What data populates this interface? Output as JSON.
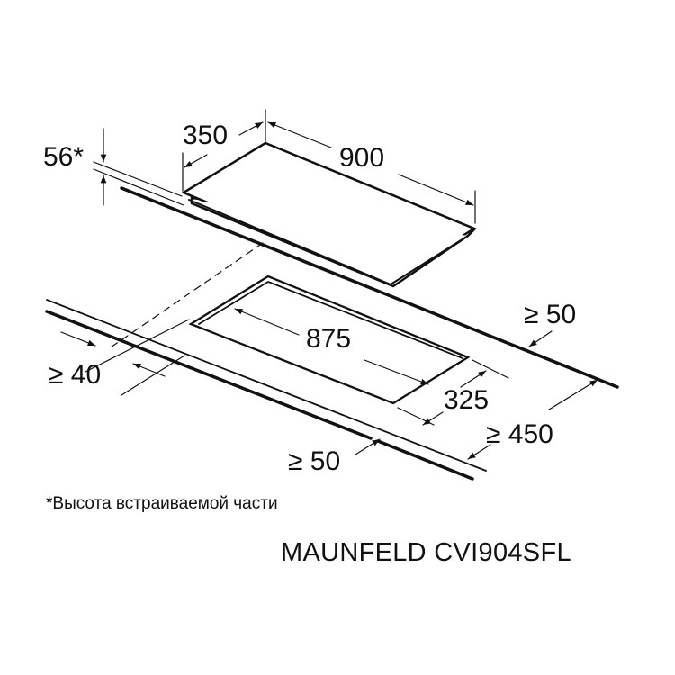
{
  "dimensions": {
    "height": "56*",
    "depth": "350",
    "width": "900",
    "rear_clearance": "≥ 50",
    "cutout_width": "875",
    "side_clearance": "≥ 40",
    "cutout_depth": "325",
    "min_counter_depth": "≥ 450",
    "front_clearance": "≥ 50"
  },
  "footnote": "*Высота встраиваемой части",
  "title": "MAUNFELD CVI904SFL",
  "colors": {
    "line": "#111111",
    "background": "#ffffff"
  }
}
